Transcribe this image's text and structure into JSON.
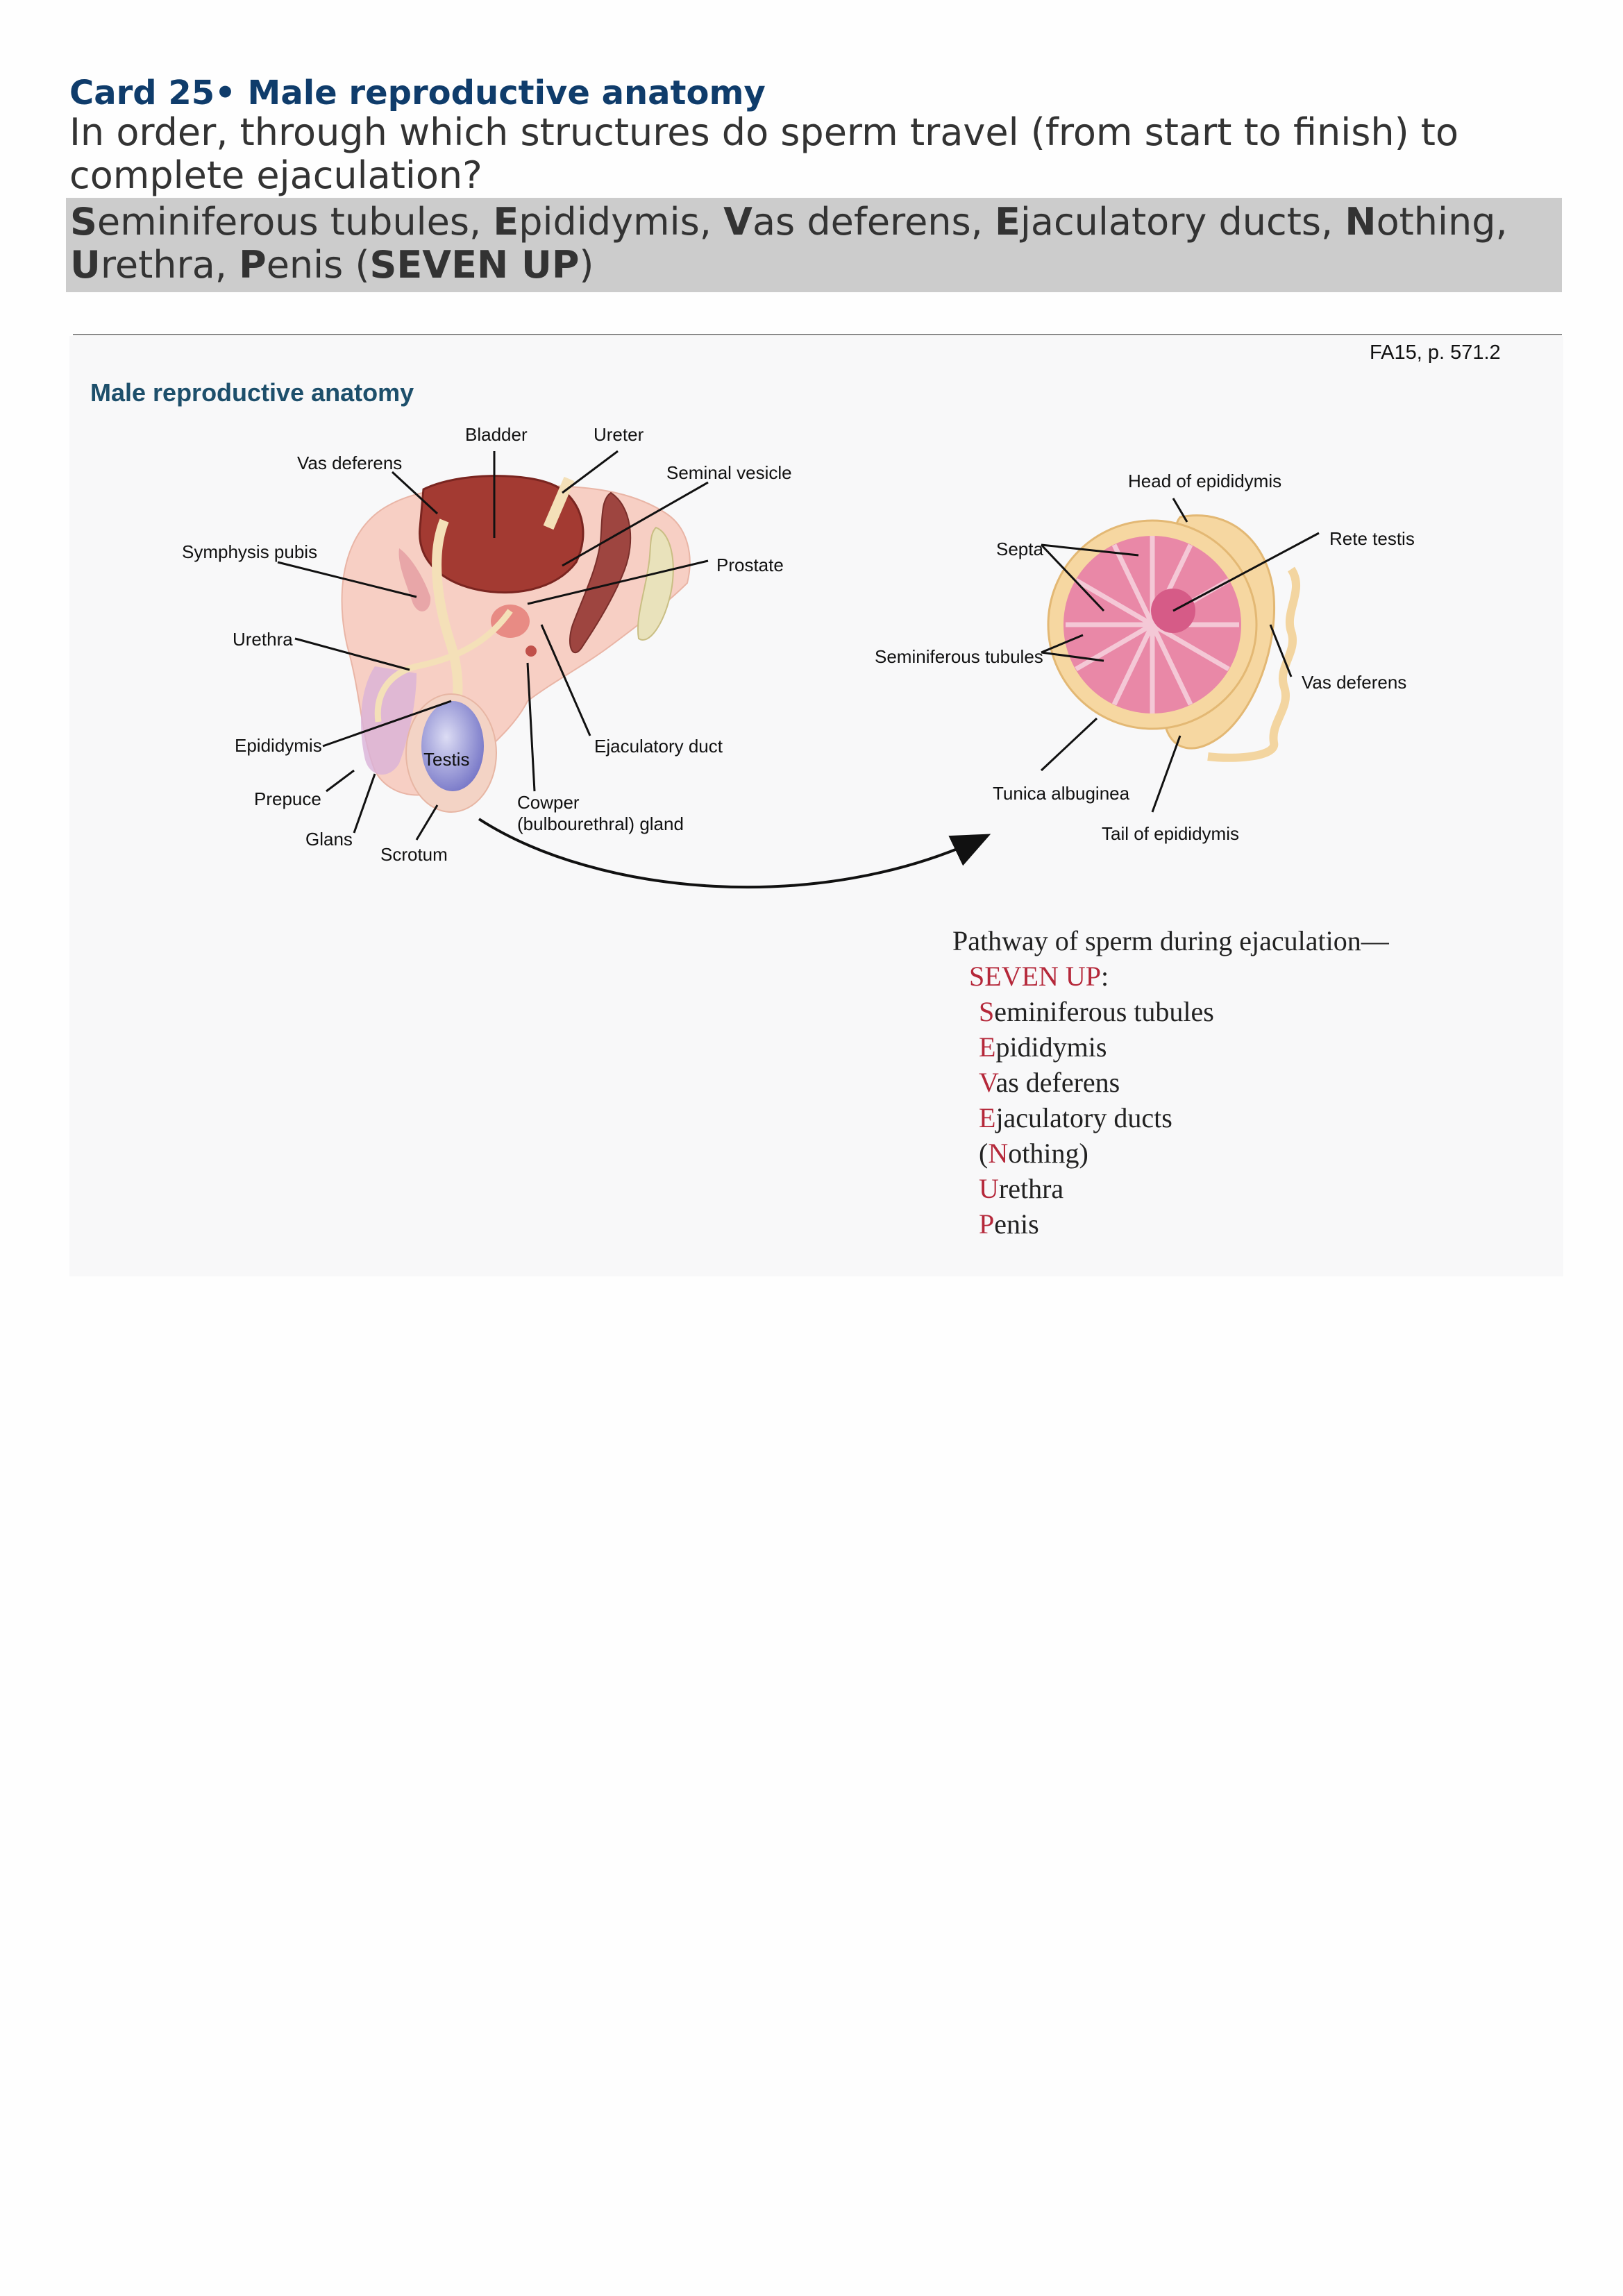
{
  "card": {
    "title": "Card 25• Male reproductive anatomy",
    "question": "In order, through which structures do sperm travel (from start to finish) to complete ejaculation?",
    "answer_items": [
      {
        "bold": "S",
        "rest": "eminiferous tubules, "
      },
      {
        "bold": "E",
        "rest": "pididymis, "
      },
      {
        "bold": "V",
        "rest": "as deferens, "
      },
      {
        "bold": "E",
        "rest": "jaculatory ducts, "
      },
      {
        "bold": "N",
        "rest": "othing, "
      },
      {
        "bold": "U",
        "rest": "rethra, "
      },
      {
        "bold": "P",
        "rest": "enis ("
      }
    ],
    "answer_mnemonic": "SEVEN UP",
    "answer_close": ")"
  },
  "figure": {
    "source": "FA15, p. 571.2",
    "title": "Male reproductive anatomy",
    "sagittal_labels": {
      "bladder": "Bladder",
      "ureter": "Ureter",
      "vas_deferens": "Vas deferens",
      "seminal_vesicle": "Seminal vesicle",
      "symphysis_pubis": "Symphysis pubis",
      "prostate": "Prostate",
      "urethra": "Urethra",
      "epididymis": "Epididymis",
      "testis": "Testis",
      "ejaculatory_duct": "Ejaculatory duct",
      "prepuce": "Prepuce",
      "cowper_1": "Cowper",
      "cowper_2": "(bulbourethral) gland",
      "glans": "Glans",
      "scrotum": "Scrotum"
    },
    "testis_labels": {
      "head_of_epididymis": "Head of epididymis",
      "rete_testis": "Rete testis",
      "septa": "Septa",
      "seminiferous_tubules": "Seminiferous tubules",
      "vas_deferens": "Vas deferens",
      "tunica_albuginea": "Tunica albuginea",
      "tail_of_epididymis": "Tail of epididymis"
    },
    "colors": {
      "mnemonic_red": "#b5283a",
      "title_blue": "#1d4f6b",
      "card_blue": "#0f3c6b"
    }
  },
  "mnemonic": {
    "heading": "Pathway of sperm during ejaculation—",
    "name": "SEVEN UP",
    "name_suffix": ":",
    "items": [
      {
        "prefix": "",
        "letter": "S",
        "rest": "eminiferous tubules",
        "suffix": ""
      },
      {
        "prefix": "",
        "letter": "E",
        "rest": "pididymis",
        "suffix": ""
      },
      {
        "prefix": "",
        "letter": "V",
        "rest": "as deferens",
        "suffix": ""
      },
      {
        "prefix": "",
        "letter": "E",
        "rest": "jaculatory ducts",
        "suffix": ""
      },
      {
        "prefix": "(",
        "letter": "N",
        "rest": "othing",
        "suffix": ")"
      },
      {
        "prefix": "",
        "letter": "U",
        "rest": "rethra",
        "suffix": ""
      },
      {
        "prefix": "",
        "letter": "P",
        "rest": "enis",
        "suffix": ""
      }
    ]
  }
}
